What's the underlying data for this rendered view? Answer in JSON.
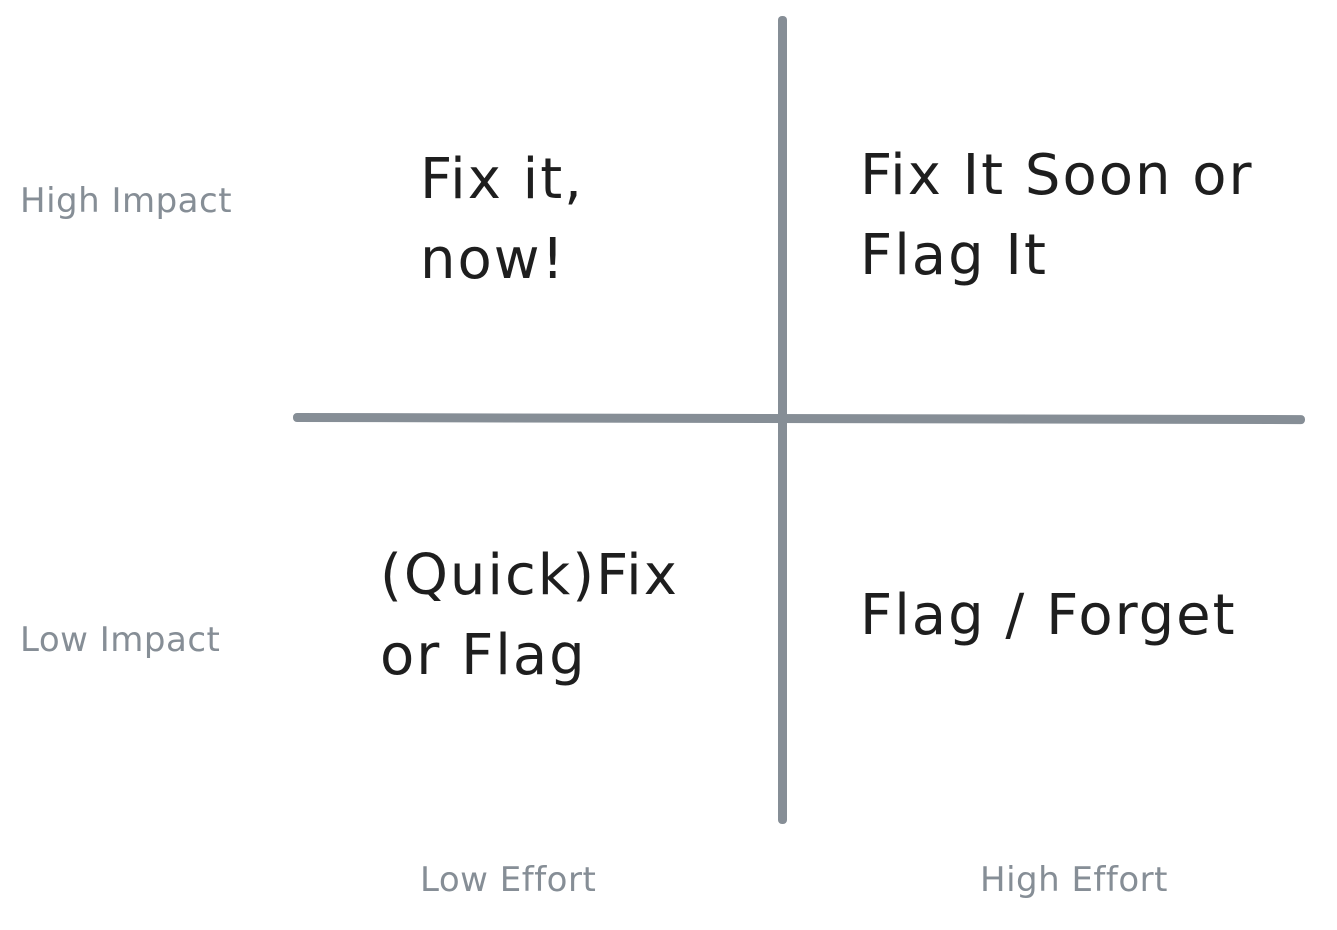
{
  "axes": {
    "impact_high": "High Impact",
    "impact_low": "Low Impact",
    "effort_low": "Low Effort",
    "effort_high": "High Effort"
  },
  "quadrants": {
    "top_left": "Fix it,\nnow!",
    "top_right": "Fix It Soon or\nFlag It",
    "bottom_left": "(Quick)Fix\nor Flag",
    "bottom_right": "Flag / Forget"
  },
  "colors": {
    "axis": "#868e96",
    "label": "#868e96",
    "text": "#1e1e1e",
    "background": "#ffffff"
  }
}
